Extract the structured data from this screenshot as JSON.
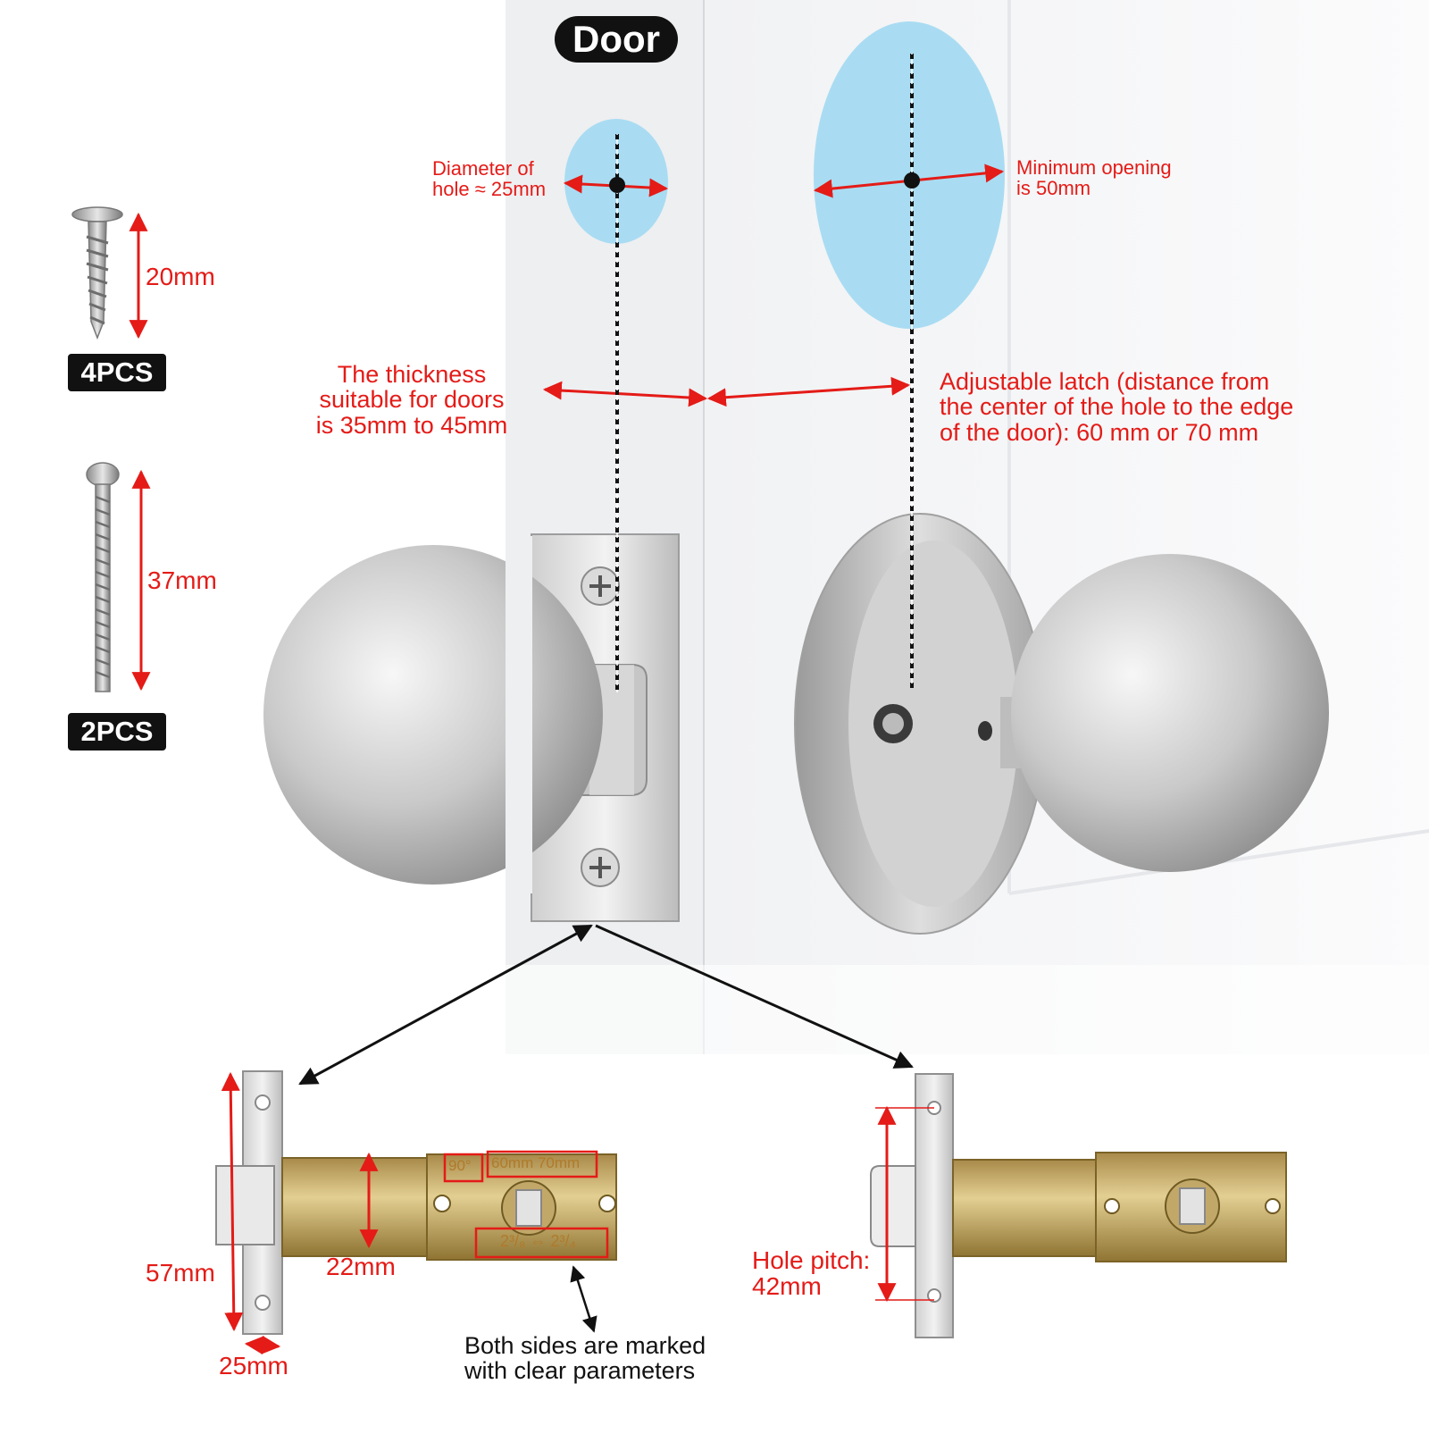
{
  "title": "Door",
  "screws": [
    {
      "length": "20mm",
      "qty": "4PCS"
    },
    {
      "length": "37mm",
      "qty": "2PCS"
    }
  ],
  "holes": {
    "small": {
      "text": "Diameter of\nhole ≈ 25mm"
    },
    "large": {
      "text": "Minimum opening\nis 50mm"
    }
  },
  "thickness_text": "The thickness\nsuitable for doors\nis 35mm to 45mm",
  "latch_text": "Adjustable latch (distance from\nthe center of the hole to the edge\nof the door): 60 mm or 70 mm",
  "latch_left": {
    "height": "57mm",
    "bolt": "22mm",
    "width": "25mm",
    "marks_top": [
      "90°",
      "60mm 70mm"
    ],
    "marks_bottom": "2³/₈ ⇔ 2³/₄"
  },
  "latch_right": {
    "pitch": "Hole pitch:\n42mm"
  },
  "marked_note": "Both sides are marked\nwith clear parameters",
  "colors": {
    "accent": "#e41b17",
    "hole_fill": "#a9dcf2",
    "label_bg": "#111111"
  }
}
